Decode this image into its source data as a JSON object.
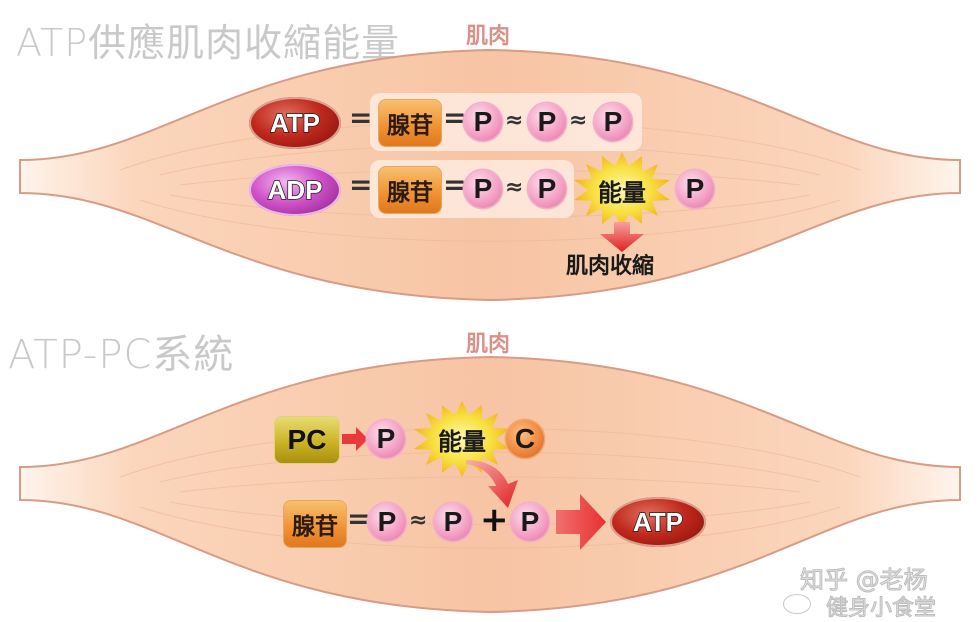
{
  "colors": {
    "muscle_fill": "#f8c9a8",
    "muscle_edge": "#d89c86",
    "atp_red": "#c0281c",
    "adp_purple": "#d050c8",
    "adenosine_orange": "#f09030",
    "phosphate_pink": "#f4a0c4",
    "creatine_orange": "#f08840",
    "pc_gold": "#c8b020",
    "energy_yellow": "#f8e040",
    "arrow_red": "#e83030",
    "title_gray": "#c9c9c9",
    "muscle_label": "#d8928a"
  },
  "section1": {
    "title": "ATP供應肌肉收縮能量",
    "muscle_label": "肌肉",
    "atp_row": {
      "molecule": "ATP",
      "equals": "=",
      "adenosine": "腺苷",
      "link": "=",
      "phosphates": [
        "P",
        "P",
        "P"
      ],
      "bonds": [
        "≈",
        "≈"
      ]
    },
    "adp_row": {
      "molecule": "ADP",
      "equals": "=",
      "adenosine": "腺苷",
      "link": "=",
      "phosphates": [
        "P",
        "P"
      ],
      "bonds": [
        "≈"
      ],
      "energy": "能量",
      "released_phosphate": "P"
    },
    "result": "肌肉收縮"
  },
  "section2": {
    "title": "ATP-PC系統",
    "muscle_label": "肌肉",
    "pc_row": {
      "pc": "PC",
      "phosphate": "P",
      "energy": "能量",
      "creatine": "C"
    },
    "resynthesis_row": {
      "adenosine": "腺苷",
      "link": "=",
      "phosphates": [
        "P",
        "P"
      ],
      "bonds": [
        "≈"
      ],
      "plus": "+",
      "added_phosphate": "P",
      "product": "ATP"
    }
  },
  "watermark": {
    "line1": "知乎 @老杨",
    "line2": "健身小食堂"
  }
}
